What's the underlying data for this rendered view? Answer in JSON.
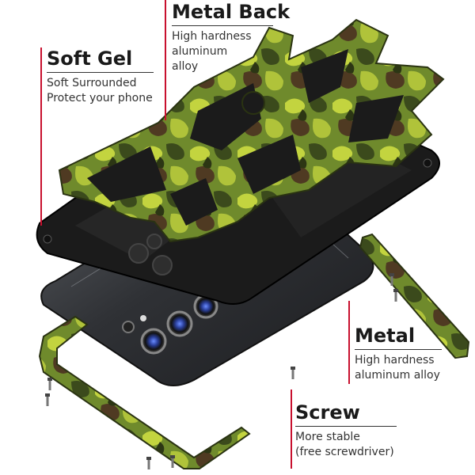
{
  "callouts": {
    "metal_back": {
      "title": "Metal Back",
      "lines": [
        "High hardness",
        "aluminum",
        "alloy"
      ]
    },
    "soft_gel": {
      "title": "Soft Gel",
      "lines": [
        "Soft Surrounded",
        "Protect your phone"
      ]
    },
    "metal": {
      "title": "Metal",
      "lines": [
        "High hardness",
        "aluminum alloy"
      ]
    },
    "screw": {
      "title": "Screw",
      "lines": [
        "More stable",
        "(free screwdriver)"
      ]
    }
  },
  "colors": {
    "accent_line": "#c8102e",
    "camo_base": "#5f7a2a",
    "camo_light": "#b5c63a",
    "camo_dark": "#2f3a16",
    "case_black": "#1b1b1b",
    "phone_body": "#2c2e31"
  }
}
